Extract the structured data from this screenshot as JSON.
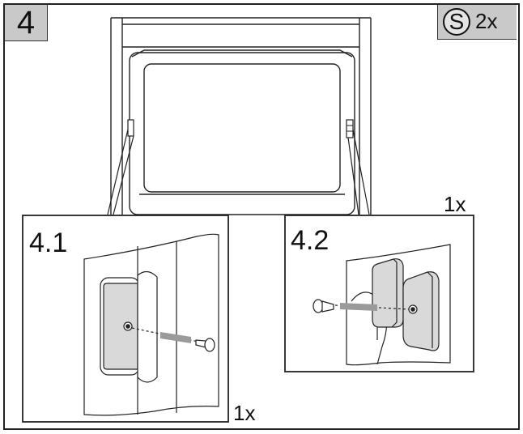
{
  "step": {
    "number": "4"
  },
  "part_quantity": {
    "part_letter": "S",
    "count": "2x"
  },
  "details": [
    {
      "label": "4.1",
      "count": "1x"
    },
    {
      "label": "4.2",
      "count": "1x"
    }
  ],
  "colors": {
    "badge_gray": "#c9c9c9",
    "part_fill": "#d9d9d9",
    "arrow_fill": "#9a9a9a",
    "line": "#222222"
  }
}
